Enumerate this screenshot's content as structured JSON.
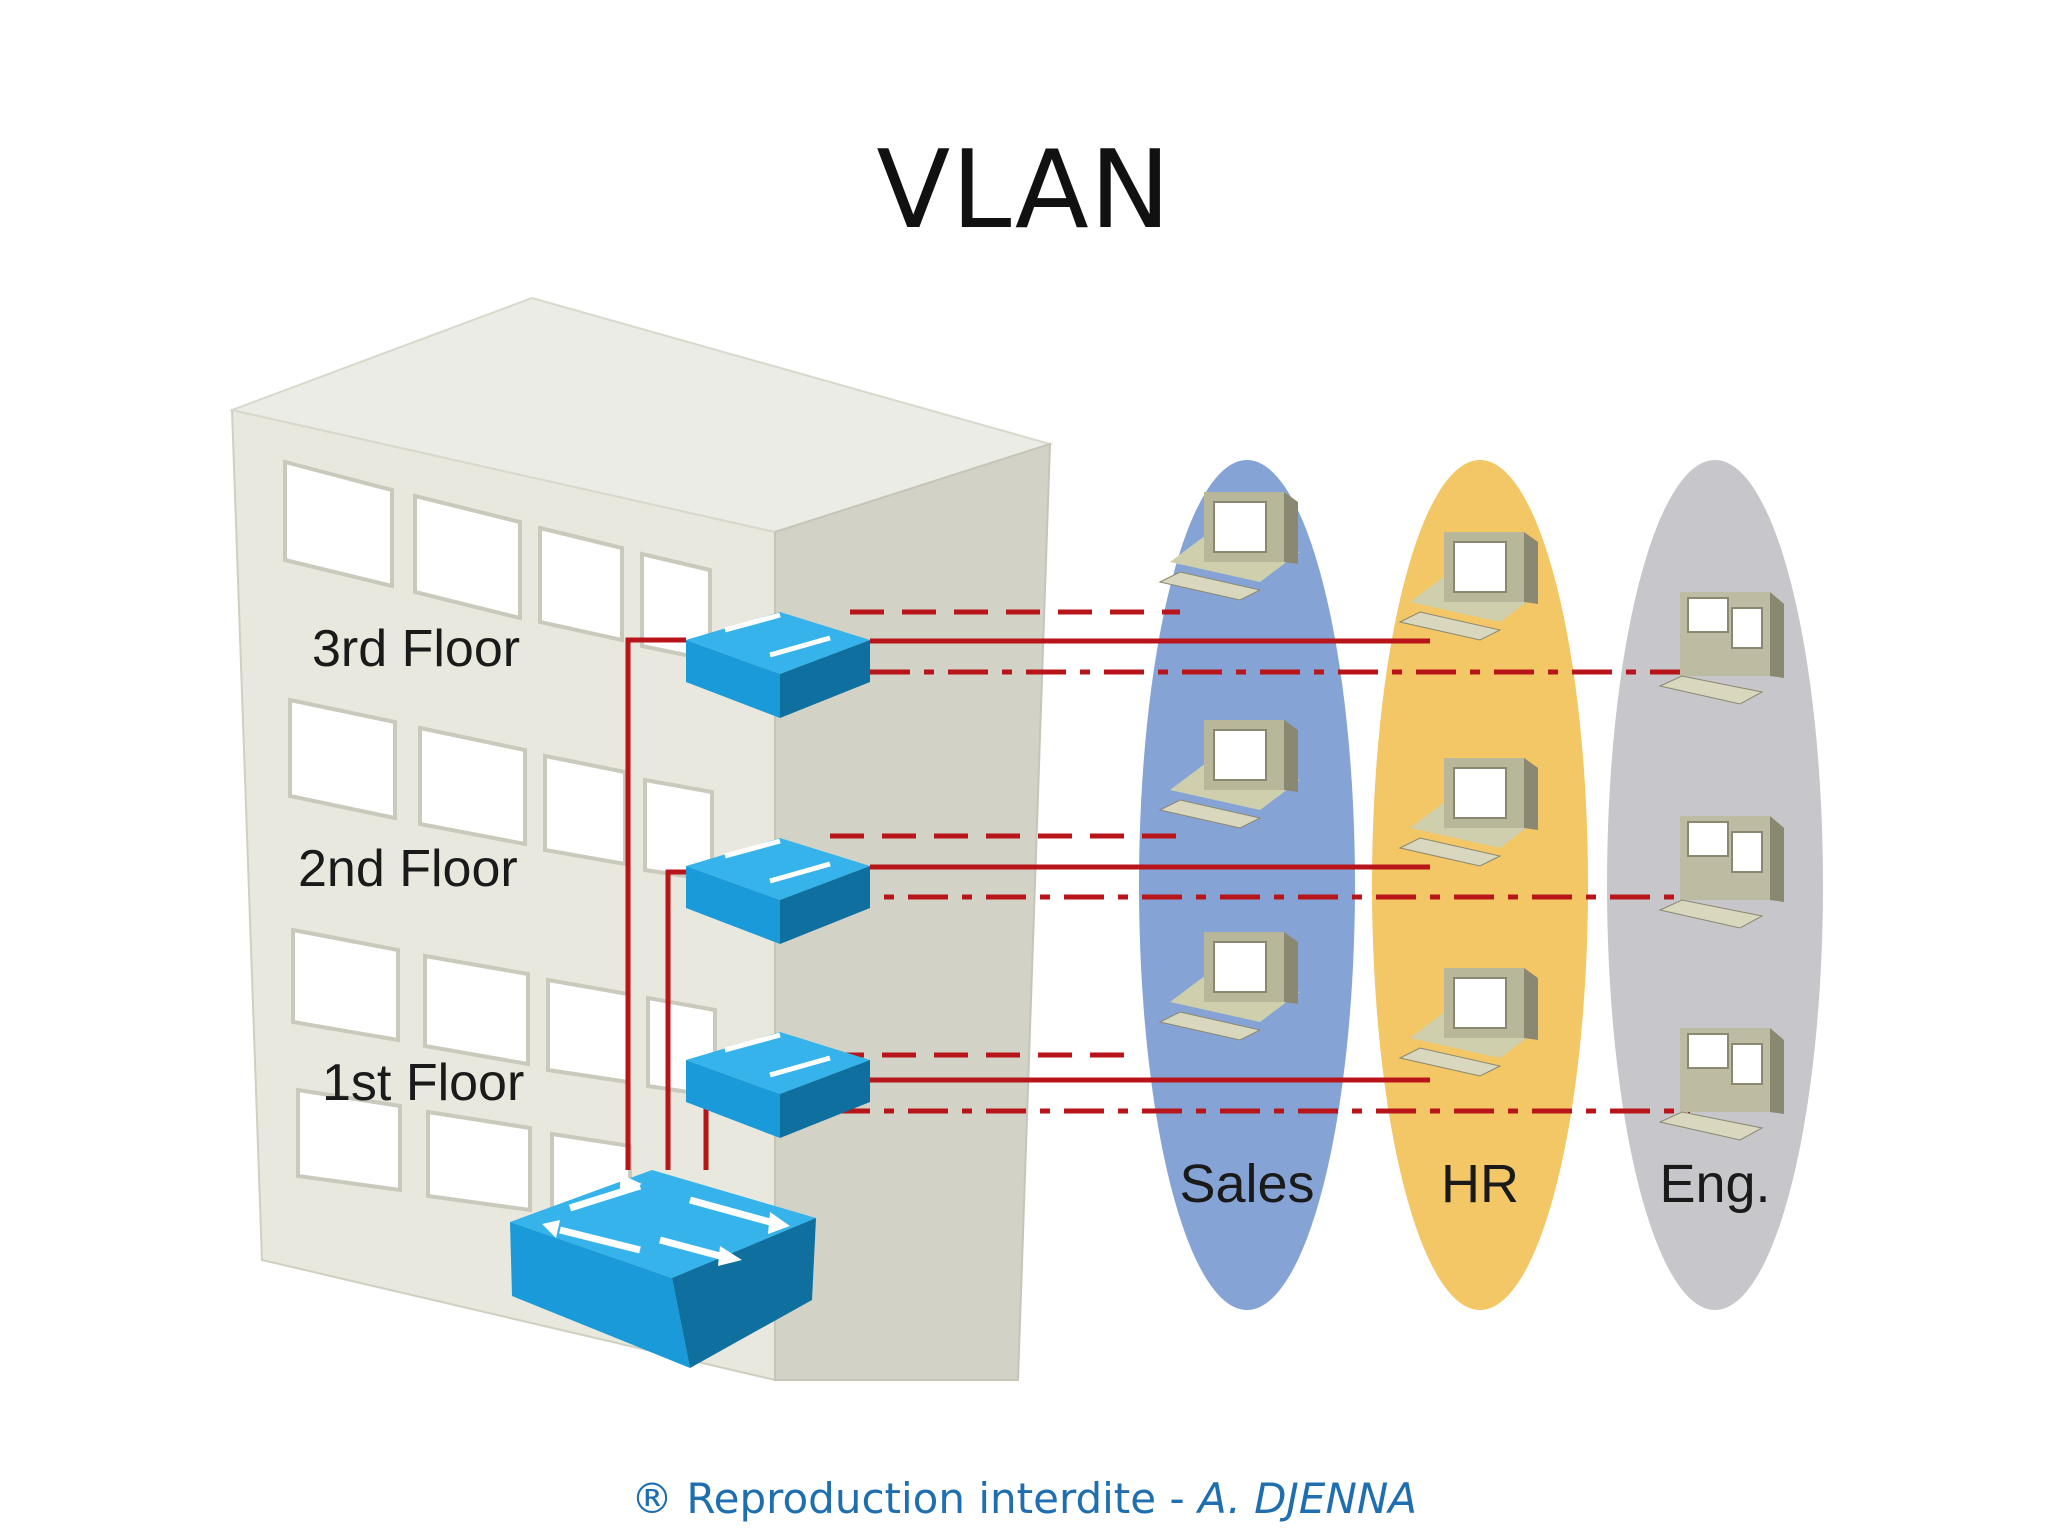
{
  "slide": {
    "title": "VLAN",
    "footer": {
      "notice": "® Reproduction interdite  - ",
      "author": "A. DJENNA"
    }
  },
  "diagram": {
    "floors": [
      {
        "label": "3rd Floor"
      },
      {
        "label": "2nd Floor"
      },
      {
        "label": "1st Floor"
      }
    ],
    "vlans": [
      {
        "label": "Sales",
        "color": "#7e9fd3",
        "line_style": "dashed"
      },
      {
        "label": "HR",
        "color": "#f2c35e",
        "line_style": "solid"
      },
      {
        "label": "Eng.",
        "color": "#c4c3c8",
        "line_style": "dash-dot"
      }
    ],
    "colors": {
      "switch": "#1a9ad8",
      "cable": "#b8151b",
      "building_front": "#e8e8de",
      "building_side": "#d3d2c6"
    }
  }
}
